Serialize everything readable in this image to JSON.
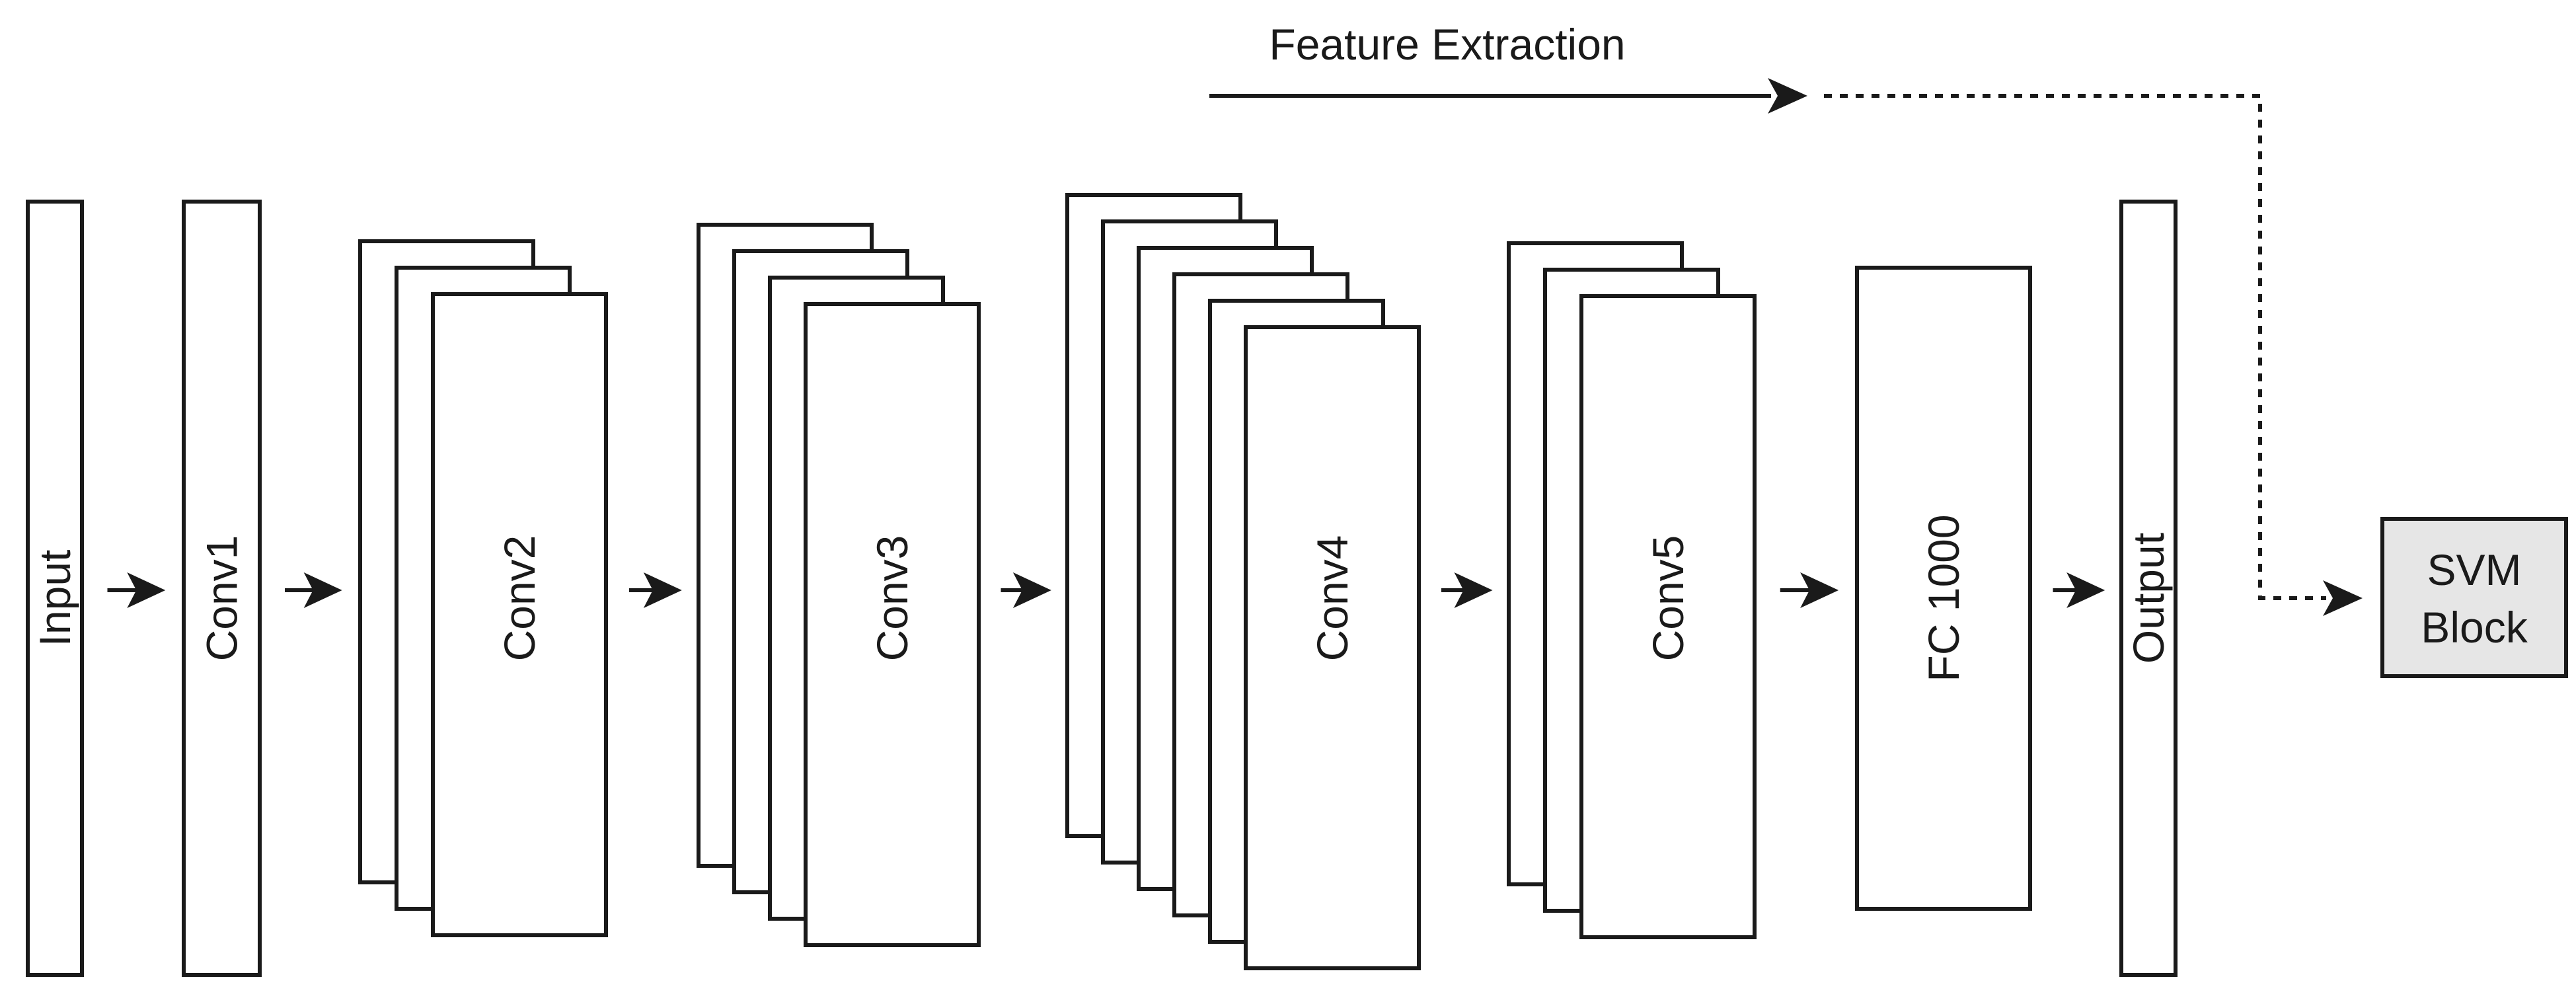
{
  "header": {
    "feature_extraction_label": "Feature Extraction"
  },
  "layers": [
    {
      "key": "input",
      "label": "Input",
      "stack_count": 1
    },
    {
      "key": "conv1",
      "label": "Conv1",
      "stack_count": 1
    },
    {
      "key": "conv2",
      "label": "Conv2",
      "stack_count": 3
    },
    {
      "key": "conv3",
      "label": "Conv3",
      "stack_count": 4
    },
    {
      "key": "conv4",
      "label": "Conv4",
      "stack_count": 6
    },
    {
      "key": "conv5",
      "label": "Conv5",
      "stack_count": 3
    },
    {
      "key": "fc1000",
      "label": "FC 1000",
      "stack_count": 1
    },
    {
      "key": "output",
      "label": "Output",
      "stack_count": 1
    }
  ],
  "svm_block": {
    "line1": "SVM",
    "line2": "Block"
  },
  "colors": {
    "stroke": "#1a1a1a",
    "layer_fill": "#ffffff",
    "svm_fill": "#e6e6e6"
  }
}
